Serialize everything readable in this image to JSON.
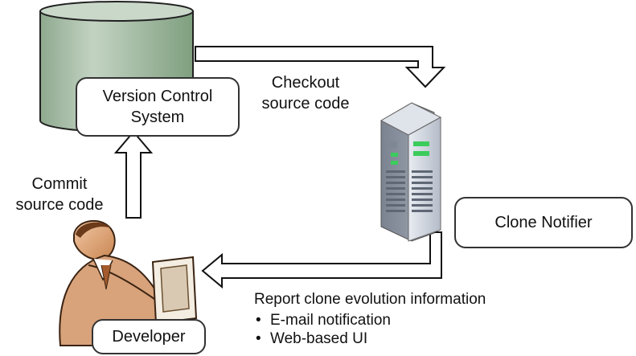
{
  "nodes": {
    "vcs": "Version Control System",
    "notifier": "Clone Notifier",
    "developer": "Developer"
  },
  "edges": {
    "checkout": [
      "Checkout",
      "source code"
    ],
    "commit": [
      "Commit",
      "source code"
    ]
  },
  "report": {
    "title": "Report clone evolution information",
    "items": [
      "E-mail notification",
      "Web-based UI"
    ]
  },
  "colors": {
    "database": "#b7cab7",
    "database_dark": "#7f9f7f",
    "arrow_stroke": "#111111",
    "server": "#9ea6b2"
  },
  "icons": [
    "database-icon",
    "server-icon",
    "developer-person-icon",
    "computer-monitor-icon"
  ]
}
